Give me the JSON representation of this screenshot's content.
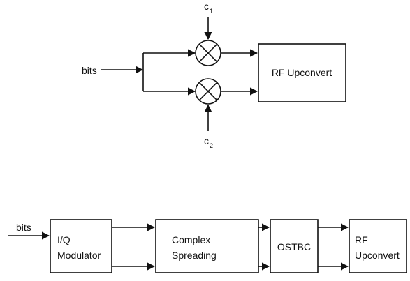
{
  "diagram_top": {
    "input_label": "bits",
    "code_top": {
      "base": "c",
      "sub": "1"
    },
    "code_bottom": {
      "base": "c",
      "sub": "2"
    },
    "rf_label": "RF Upconvert"
  },
  "diagram_bottom": {
    "input_label": "bits",
    "iq_line1": "I/Q",
    "iq_line2": "Modulator",
    "spread_line1": "Complex",
    "spread_line2": "Spreading",
    "ostbc_label": "OSTBC",
    "rf_line1": "RF",
    "rf_line2": "Upconvert"
  }
}
